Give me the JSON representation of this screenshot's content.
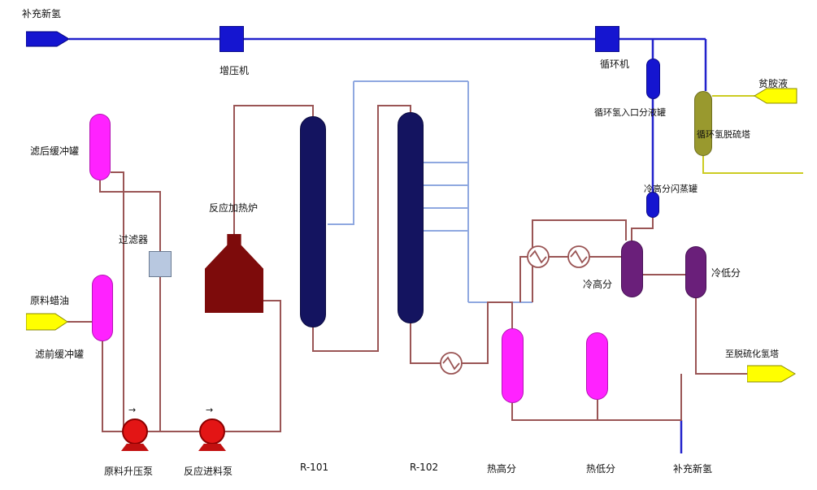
{
  "labels": {
    "makeup_h2_top": "补充新氢",
    "booster_compressor": "增压机",
    "recycle_compressor": "循环机",
    "recycle_h2_inlet_drum": "循环氢入口分液罐",
    "lean_amine": "贫胺液",
    "recycle_h2_desulfurizer": "循环氢脱硫塔",
    "cold_hp_flash_drum": "冷高分闪蒸罐",
    "post_filter_buffer_drum": "滤后缓冲罐",
    "filter": "过滤器",
    "feed_wax_oil": "原料蜡油",
    "pre_filter_buffer_drum": "滤前缓冲罐",
    "reaction_furnace": "反应加热炉",
    "reactor_1": "R-101",
    "reactor_2": "R-102",
    "cold_hp_separator": "冷高分",
    "cold_lp_separator": "冷低分",
    "hot_hp_separator": "热高分",
    "hot_lp_separator": "热低分",
    "to_h2s_removal_tower": "至脱硫化氢塔",
    "feed_booster_pump": "原料升压泵",
    "reaction_feed_pump": "反应进料泵",
    "makeup_h2_bottom": "补充新氢"
  },
  "colors": {
    "hydrogen_line": "#2222cc",
    "quench_line": "#8fa8e0",
    "oil_line": "#9a5555",
    "amine_line": "#cccc22",
    "vessel_magenta": "#ff22ff",
    "separator_purple": "#6a1f7a",
    "reactor_navy": "#141460",
    "furnace_dark_red": "#7d0b0b",
    "pump_red": "#e31515",
    "compressor_blue": "#1515d0",
    "stream_arrow_yellow": "#ffff00",
    "tower_olive": "#99992e",
    "filter_fill": "#b8c8e0"
  }
}
